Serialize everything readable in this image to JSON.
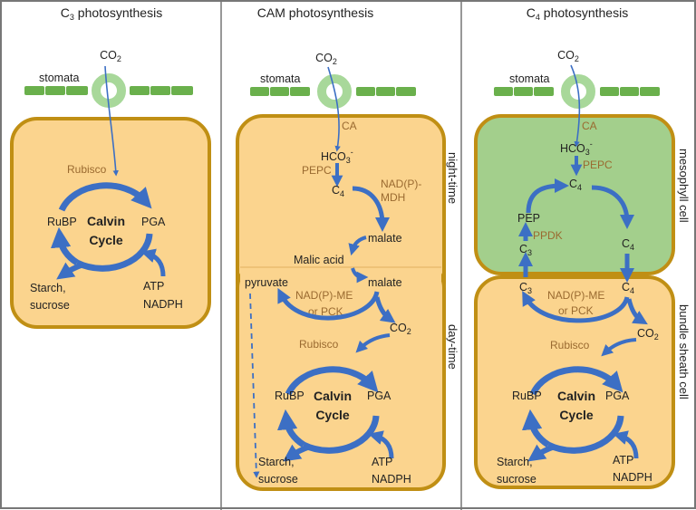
{
  "colors": {
    "panel_border": "#777777",
    "cell_fill": "#fbd48e",
    "cell_border": "#c08f14",
    "mesophyll_fill": "#a3cf8c",
    "stomata_green": "#6ab04c",
    "stomata_ring": "#a8d89a",
    "arrow_blue": "#3c6fc4",
    "enzyme_text": "#9a6a30"
  },
  "panels": [
    {
      "id": "c3",
      "title_prefix": "C",
      "title_sub": "3",
      "title_suffix": " photosynthesis",
      "co2": "CO",
      "co2_sub": "2",
      "stomata": "stomata",
      "rubisco": "Rubisco",
      "rubp": "RuBP",
      "calvin1": "Calvin",
      "calvin2": "Cycle",
      "pga": "PGA",
      "starch": "Starch,",
      "sucrose": "sucrose",
      "atp": "ATP",
      "nadph": "NADPH"
    },
    {
      "id": "cam",
      "title": "CAM photosynthesis",
      "co2": "CO",
      "co2_sub": "2",
      "stomata": "stomata",
      "ca": "CA",
      "hco3": "HCO",
      "hco3_sub": "3",
      "hco3_sup": "-",
      "pepc": "PEPC",
      "c4": "C",
      "c4_sub": "4",
      "nadp_mdh1": "NAD(P)-",
      "nadp_mdh2": "MDH",
      "malate_night": "malate",
      "malic_acid": "Malic acid",
      "pyruvate": "pyruvate",
      "malate_day": "malate",
      "me1": "NAD(P)-ME",
      "me2": "or PCK",
      "co2_day": "CO",
      "co2_day_sub": "2",
      "rubisco": "Rubisco",
      "rubp": "RuBP",
      "calvin1": "Calvin",
      "calvin2": "Cycle",
      "pga": "PGA",
      "starch": "Starch,",
      "sucrose": "sucrose",
      "atp": "ATP",
      "nadph": "NADPH",
      "side_top": "night-time",
      "side_bottom": "day-time"
    },
    {
      "id": "c4",
      "title_prefix": "C",
      "title_sub": "4",
      "title_suffix": " photosynthesis",
      "co2": "CO",
      "co2_sub": "2",
      "stomata": "stomata",
      "ca": "CA",
      "hco3": "HCO",
      "hco3_sub": "3",
      "hco3_sup": "-",
      "pepc": "PEPC",
      "c4_top": "C",
      "c4_sub": "4",
      "pep": "PEP",
      "ppdk": "PPDK",
      "c3": "C",
      "c3_sub": "3",
      "me1": "NAD(P)-ME",
      "me2": "or PCK",
      "co2_bs": "CO",
      "co2_bs_sub": "2",
      "rubisco": "Rubisco",
      "rubp": "RuBP",
      "calvin1": "Calvin",
      "calvin2": "Cycle",
      "pga": "PGA",
      "starch": "Starch,",
      "sucrose": "sucrose",
      "atp": "ATP",
      "nadph": "NADPH",
      "side_top": "mesophyll cell",
      "side_bottom": "bundle sheath cell"
    }
  ]
}
